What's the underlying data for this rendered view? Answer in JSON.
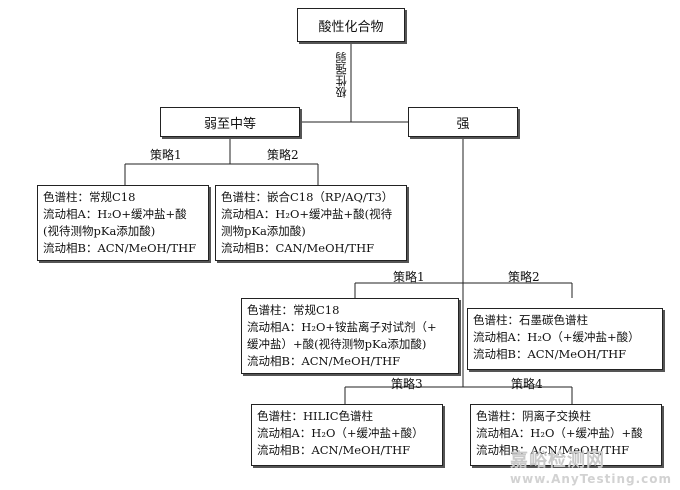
{
  "root": {
    "title": "酸性化合物"
  },
  "split_label": "极性强弱",
  "left_branch": {
    "title": "弱至中等",
    "strategy1_label": "策略1",
    "strategy2_label": "策略2",
    "strategy1": {
      "column": "色谱柱：常规C18",
      "mpA_line1": "流动相A：H₂O+缓冲盐+酸",
      "mpA_line2": "(视待测物pKa添加酸)",
      "mpB": "流动相B：ACN/MeOH/THF"
    },
    "strategy2": {
      "column": "色谱柱：嵌合C18（RP/AQ/T3）",
      "mpA_line1": "流动相A：H₂O+缓冲盐+酸(视待",
      "mpA_line2": "测物pKa添加酸)",
      "mpB": "流动相B：CAN/MeOH/THF"
    }
  },
  "right_branch": {
    "title": "强",
    "strategy1_label": "策略1",
    "strategy2_label": "策略2",
    "strategy3_label": "策略3",
    "strategy4_label": "策略4",
    "strategy1": {
      "column": "色谱柱：常规C18",
      "mpA_line1": "流动相A：H₂O+铵盐离子对试剂（+",
      "mpA_line2": "缓冲盐）+酸(视待测物pKa添加酸)",
      "mpB": "流动相B：ACN/MeOH/THF"
    },
    "strategy2": {
      "column": "色谱柱：石墨碳色谱柱",
      "mpA": "流动相A：H₂O（+缓冲盐+酸）",
      "mpB": "流动相B：ACN/MeOH/THF"
    },
    "strategy3": {
      "column": "色谱柱：HILIC色谱柱",
      "mpA": "流动相A：H₂O（+缓冲盐+酸）",
      "mpB": "流动相B：ACN/MeOH/THF"
    },
    "strategy4": {
      "column": "色谱柱：阴离子交换柱",
      "mpA": "流动相A：H₂O（+缓冲盐）+酸",
      "mpB": "流动相B：ACN/MeOH/THF"
    }
  },
  "watermark": {
    "main": "嘉峪检测网",
    "sub": "www.AnyTesting.com"
  }
}
